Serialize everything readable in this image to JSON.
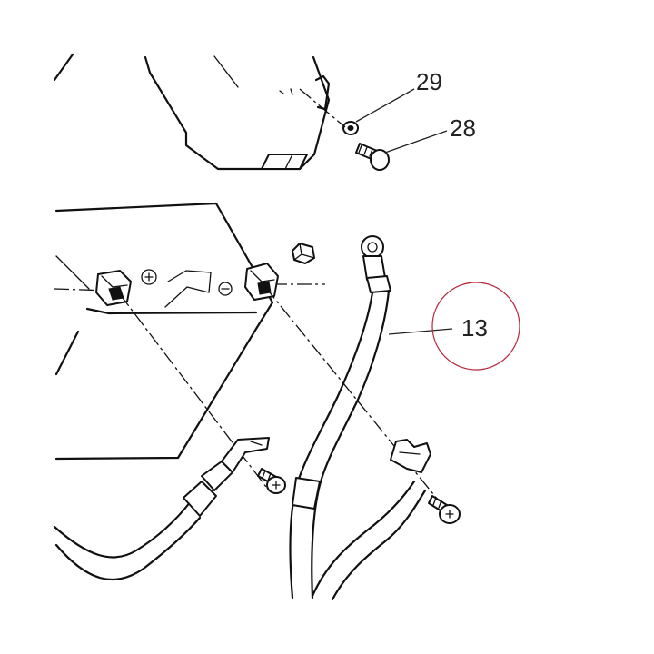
{
  "callouts": [
    {
      "id": "29",
      "label": "29"
    },
    {
      "id": "28",
      "label": "28"
    },
    {
      "id": "13",
      "label": "13"
    }
  ],
  "highlight": {
    "target": "13",
    "color": "#b8273a"
  }
}
